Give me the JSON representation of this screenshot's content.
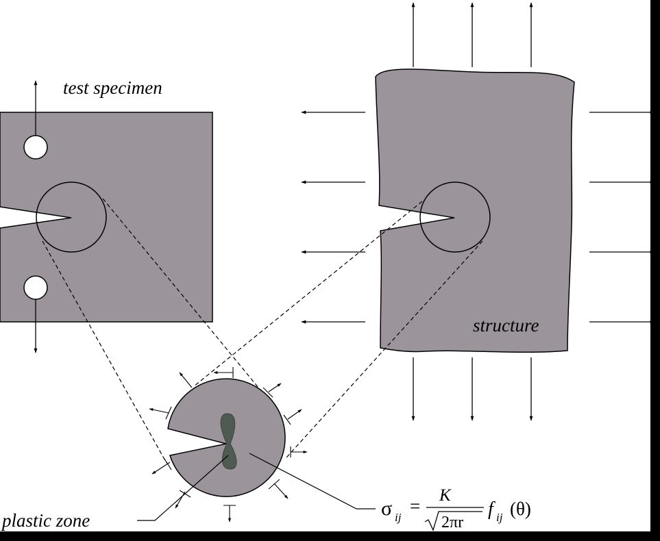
{
  "labels": {
    "test_specimen": "test specimen",
    "structure": "structure",
    "plastic_zone": "plastic zone"
  },
  "equation": {
    "sigma": "σ",
    "sigma_sub": "ij",
    "equals": "=",
    "numerator": "K",
    "sqrt_content": "2πr",
    "f": "f",
    "f_sub": "ij",
    "theta": "(θ)"
  },
  "colors": {
    "specimen_fill": "#9b959b",
    "plastic_zone_fill": "#4e5a52",
    "background": "#ffffff",
    "frame": "#000000"
  }
}
